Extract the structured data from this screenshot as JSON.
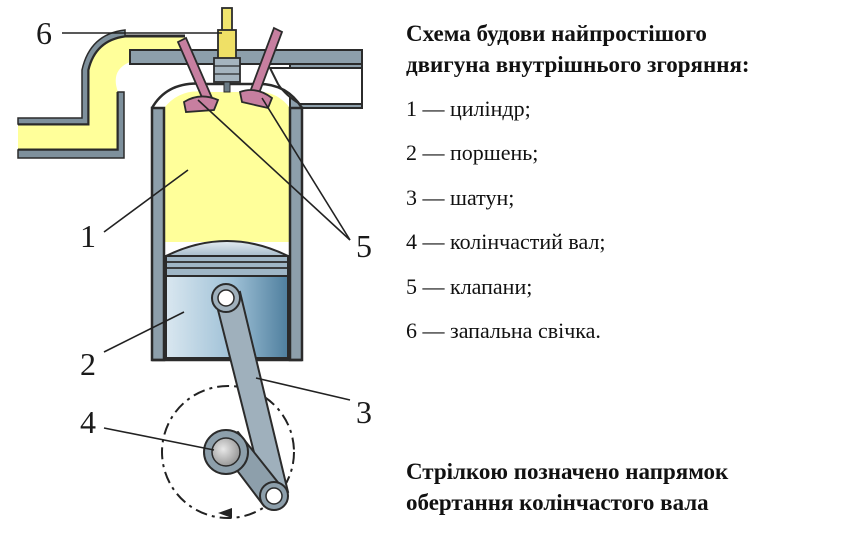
{
  "title_lines": [
    "Схема будови найпростішого",
    "двигуна внутрішнього згоряння:"
  ],
  "legend": [
    "1 — циліндр;",
    "2 — поршень;",
    "3 — шатун;",
    "4 — колінчастий вал;",
    "5 — клапани;",
    "6 — запальна свічка."
  ],
  "note_lines": [
    "Стрілкою позначено напрямок",
    "обертання колінчастого вала"
  ],
  "callouts": [
    "1",
    "2",
    "3",
    "4",
    "5",
    "6"
  ],
  "colors": {
    "gas": "#ffff9a",
    "metal": "#9fb0bc",
    "metal_dark": "#5b6c78",
    "outline": "#2b2b2b",
    "piston": "#c6d8e4",
    "piston_shade": "#5a8aa8"
  }
}
